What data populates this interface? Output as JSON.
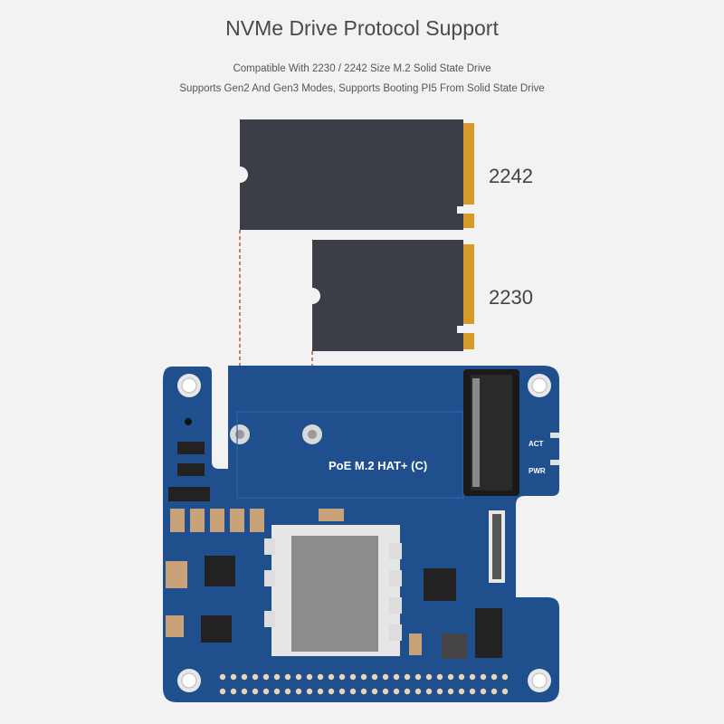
{
  "header": {
    "title": "NVMe Drive Protocol Support",
    "line1": "Compatible With 2230 / 2242 Size M.2 Solid State Drive",
    "line2": "Supports Gen2 And Gen3 Modes, Supports Booting PI5 From Solid State Drive"
  },
  "drives": {
    "large_label": "2242",
    "small_label": "2230"
  },
  "board": {
    "name": "PoE M.2 HAT+ (C)",
    "led_act": "ACT",
    "led_pwr": "PWR"
  },
  "colors": {
    "background": "#f2f2f2",
    "pcb": "#1f4f8c",
    "ssd": "#3b3d47",
    "gold": "#d69a2a",
    "guide": "#c0392b"
  }
}
